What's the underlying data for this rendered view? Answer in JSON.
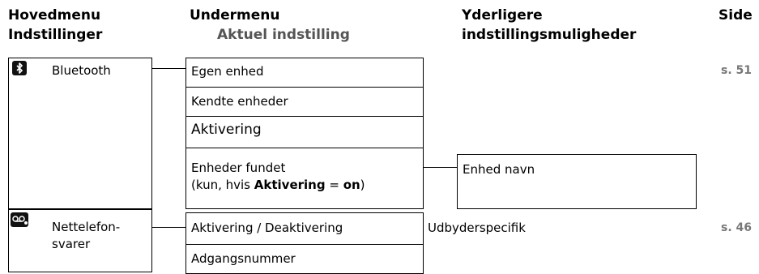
{
  "header": {
    "col1_line1": "Hovedmenu",
    "col1_line2": "Indstillinger",
    "col2_line1": "Undermenu",
    "col2_line2": "Aktuel indstilling",
    "col3_line1": "Yderligere",
    "col3_line2": "indstillingsmuligheder",
    "col4": "Side"
  },
  "bluetooth": {
    "label": "Bluetooth",
    "icon": "bluetooth-icon",
    "page": "s. 51",
    "submenu": {
      "own_device": "Egen enhed",
      "known_devices": "Kendte enheder",
      "activation": "Aktivering",
      "found_devices": "Enheder fundet",
      "found_note_prefix": "(kun, hvis ",
      "found_note_bold1": "Aktivering",
      "found_note_mid": " = ",
      "found_note_bold2": "on",
      "found_note_suffix": ")"
    },
    "further": {
      "device_name": "Enhed navn"
    }
  },
  "answering_machine": {
    "label_line1": "Nettelefon-",
    "label_line2": "svarer",
    "icon": "voicemail-icon",
    "page": "s. 46",
    "submenu": {
      "toggle": "Aktivering / Deaktivering",
      "access_number": "Adgangsnummer"
    },
    "further": {
      "provider": "Udbyderspecifik"
    }
  },
  "colors": {
    "page_ref": "#777777",
    "header_secondary": "#555555"
  }
}
